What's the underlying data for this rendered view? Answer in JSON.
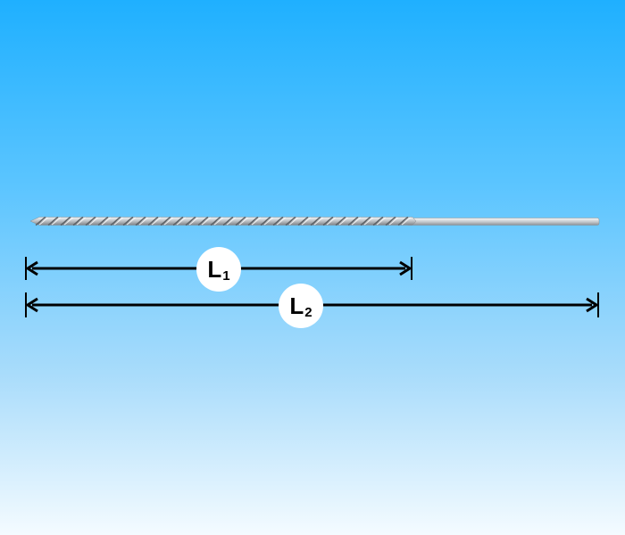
{
  "colors": {
    "background_top": "#1fb0ff",
    "background_bottom": "#f4fbff",
    "dimension_line": "#000000",
    "label_fill": "#ffffff",
    "drill_metal": "#b4b8bc"
  },
  "drill": {
    "icon": "long-twist-drill-bit-icon",
    "flute_fraction": 0.67
  },
  "dimensions": [
    {
      "id": "L1",
      "letter": "L",
      "subscript": "1",
      "length_fraction": 0.67
    },
    {
      "id": "L2",
      "letter": "L",
      "subscript": "2",
      "length_fraction": 1.0
    }
  ]
}
